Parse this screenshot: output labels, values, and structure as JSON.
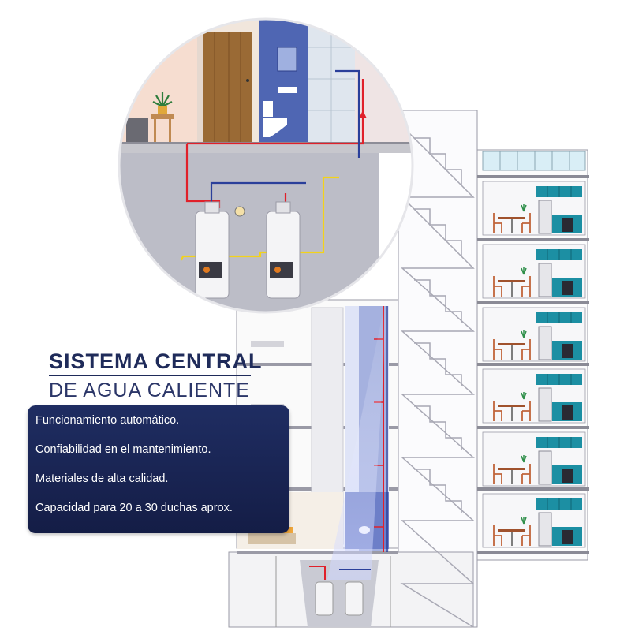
{
  "heading": {
    "title": "SISTEMA CENTRAL",
    "subtitle": "DE AGUA CALIENTE"
  },
  "features": [
    "Funcionamiento automático.",
    "Confiabilidad en el mantenimiento.",
    "Materiales de alta calidad.",
    "Capacidad para 20 a 30 duchas aprox."
  ],
  "colors": {
    "navy": "#1f2b5a",
    "teal_cabinets": "#1c8fa3",
    "hot_pipe": "#e0202a",
    "cold_pipe": "#2a3f9a",
    "gas_pipe": "#f2d21b",
    "wall_gray": "#c9c9d1",
    "wood_door": "#9a6a35",
    "bath_tile": "#4f66b3"
  },
  "icons": [
    "water-heater-icon",
    "pressure-gauge-icon",
    "kitchen-icon",
    "dining-table-icon",
    "bed-icon",
    "toilet-icon",
    "sink-icon",
    "plant-icon",
    "staircase-icon"
  ]
}
